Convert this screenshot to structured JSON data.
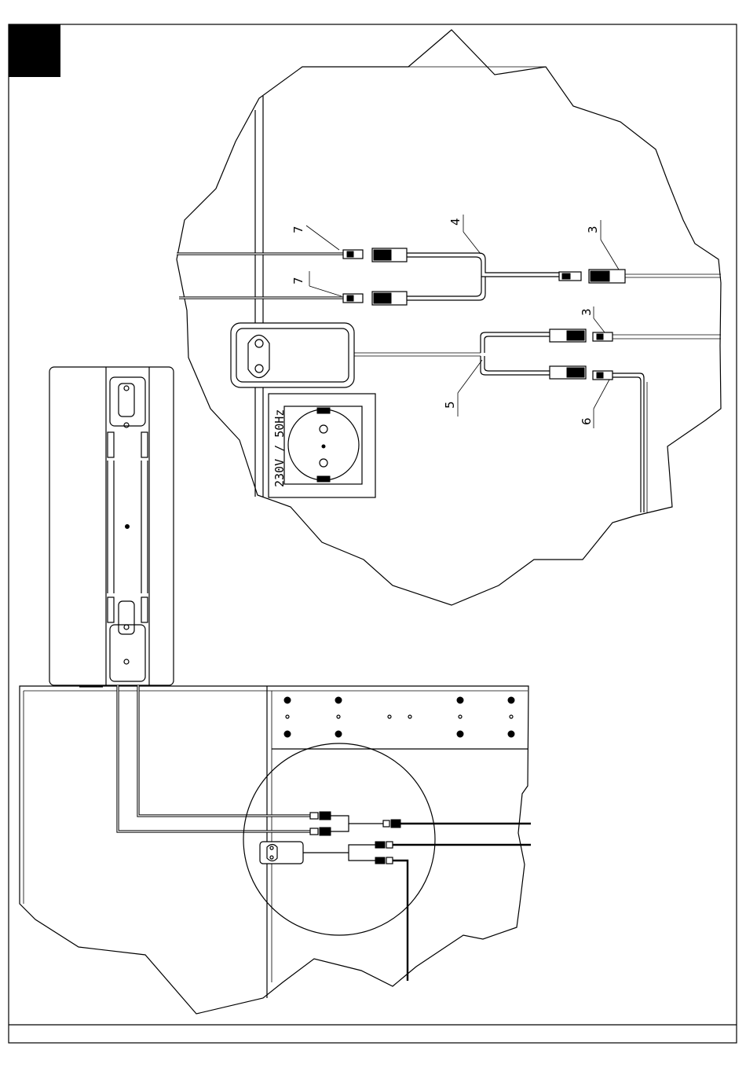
{
  "diagram": {
    "socket_label": "230V / 50Hz",
    "callouts": [
      {
        "id": "callout-3-top",
        "label": "3"
      },
      {
        "id": "callout-3-bottom",
        "label": "3"
      },
      {
        "id": "callout-4",
        "label": "4"
      },
      {
        "id": "callout-5",
        "label": "5"
      },
      {
        "id": "callout-6",
        "label": "6"
      },
      {
        "id": "callout-7-top",
        "label": "7"
      },
      {
        "id": "callout-7-bottom",
        "label": "7"
      }
    ]
  }
}
